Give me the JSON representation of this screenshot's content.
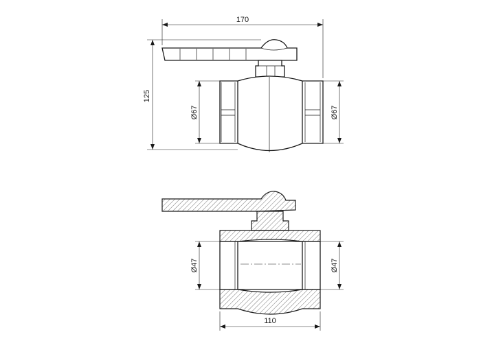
{
  "drawing": {
    "top_view": {
      "total_length": "170",
      "height": "125",
      "left_diameter": "Ø67",
      "right_diameter": "Ø67"
    },
    "section_view": {
      "body_length": "110",
      "left_diameter": "Ø47",
      "right_diameter": "Ø47"
    }
  }
}
